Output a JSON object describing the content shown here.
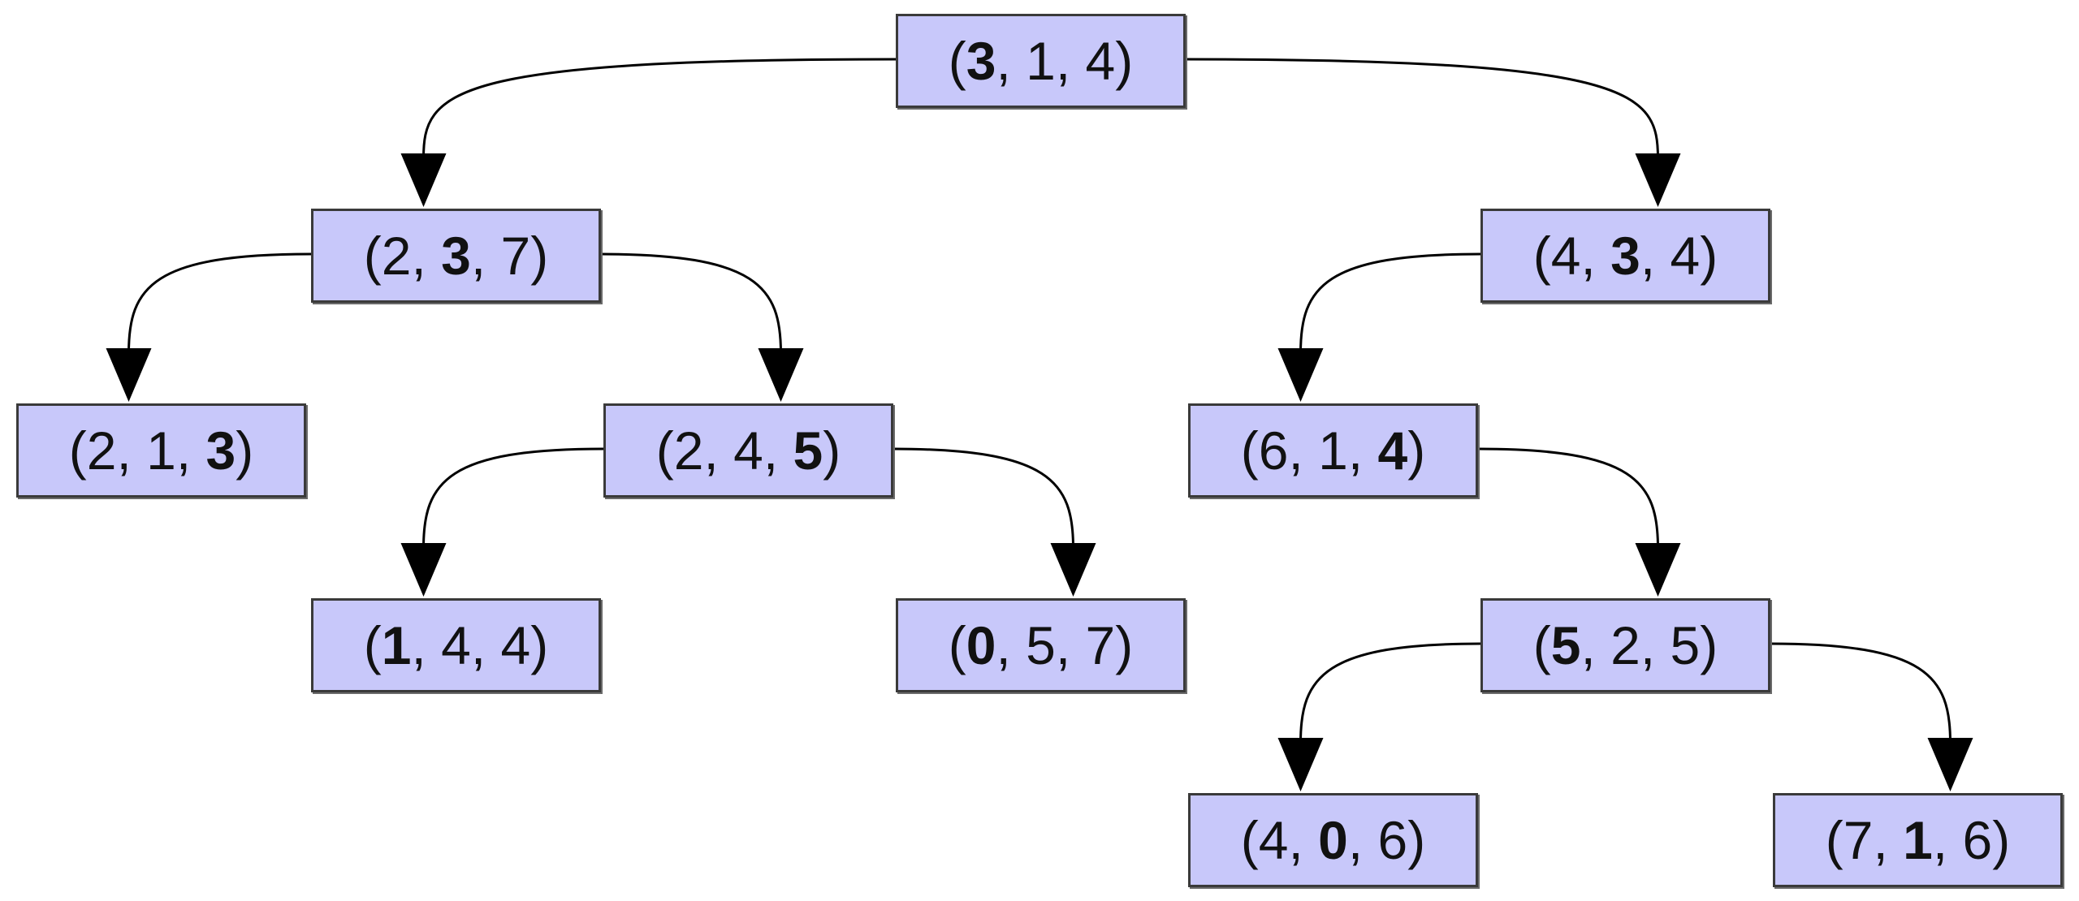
{
  "tree": {
    "nodes": [
      {
        "id": "n0",
        "coords": [
          "3",
          "1",
          "4"
        ],
        "split_index": 0
      },
      {
        "id": "n1",
        "coords": [
          "2",
          "3",
          "7"
        ],
        "split_index": 1
      },
      {
        "id": "n2",
        "coords": [
          "4",
          "3",
          "4"
        ],
        "split_index": 1
      },
      {
        "id": "n3",
        "coords": [
          "2",
          "1",
          "3"
        ],
        "split_index": 2
      },
      {
        "id": "n4",
        "coords": [
          "2",
          "4",
          "5"
        ],
        "split_index": 2
      },
      {
        "id": "n5",
        "coords": [
          "6",
          "1",
          "4"
        ],
        "split_index": 2
      },
      {
        "id": "n6",
        "coords": [
          "1",
          "4",
          "4"
        ],
        "split_index": 0
      },
      {
        "id": "n7",
        "coords": [
          "0",
          "5",
          "7"
        ],
        "split_index": 0
      },
      {
        "id": "n8",
        "coords": [
          "5",
          "2",
          "5"
        ],
        "split_index": 0
      },
      {
        "id": "n9",
        "coords": [
          "4",
          "0",
          "6"
        ],
        "split_index": 1
      },
      {
        "id": "n10",
        "coords": [
          "7",
          "1",
          "6"
        ],
        "split_index": 1
      }
    ],
    "edges": [
      [
        "n0",
        "n1"
      ],
      [
        "n0",
        "n2"
      ],
      [
        "n1",
        "n3"
      ],
      [
        "n1",
        "n4"
      ],
      [
        "n2",
        "n5"
      ],
      [
        "n4",
        "n6"
      ],
      [
        "n4",
        "n7"
      ],
      [
        "n5",
        "n8"
      ],
      [
        "n8",
        "n9"
      ],
      [
        "n8",
        "n10"
      ]
    ]
  },
  "colors": {
    "node_fill": "#c8c8fa",
    "node_border": "#3a3a3a",
    "edge": "#000000"
  }
}
